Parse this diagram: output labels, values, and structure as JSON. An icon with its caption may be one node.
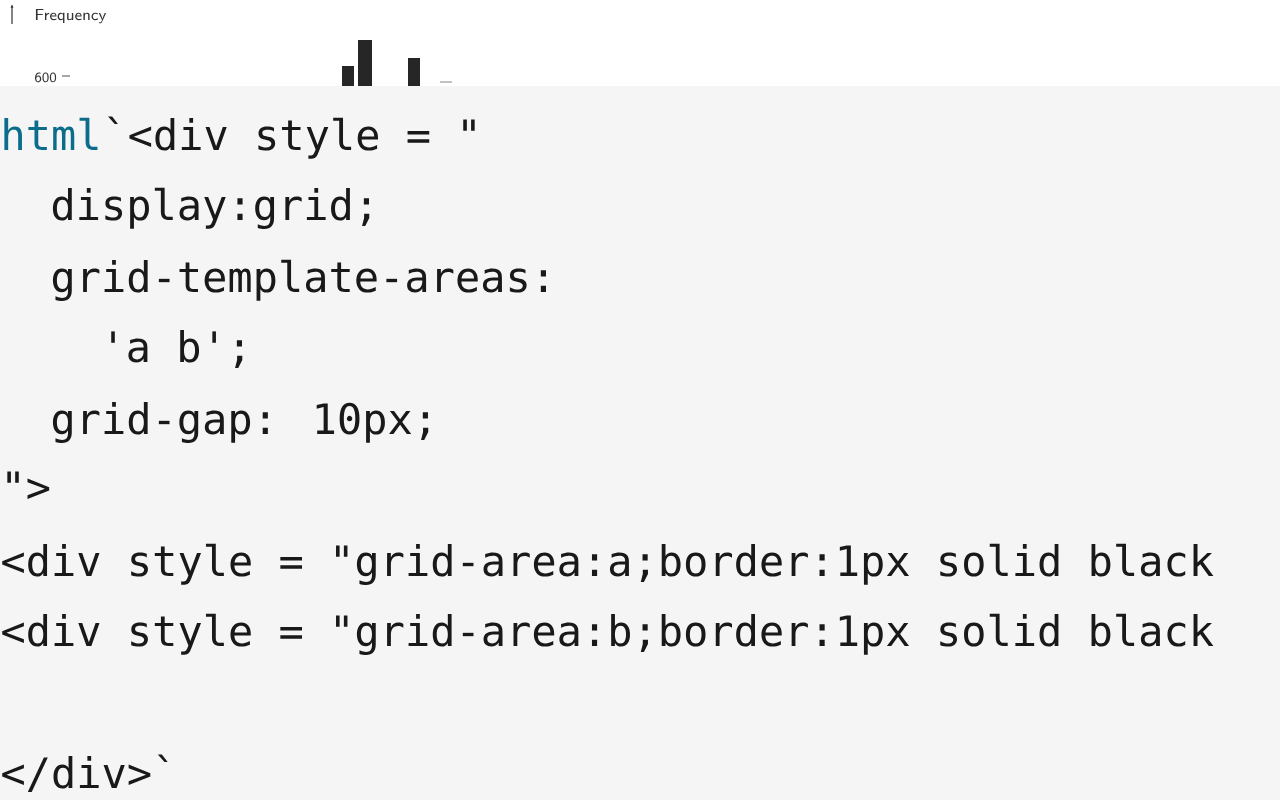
{
  "diagram": {
    "labels": [
      "Frequency",
      "600",
      "html",
      "`<div style = \"",
      "display:grid;",
      "grid-template-areas:",
      "'a b';",
      "grid-gap: 10px;",
      "\">",
      "<div style = \"grid-area:a;border:1px solid black",
      "<div style = \"grid-area:b;border:1px solid black",
      "</div>`"
    ]
  }
}
